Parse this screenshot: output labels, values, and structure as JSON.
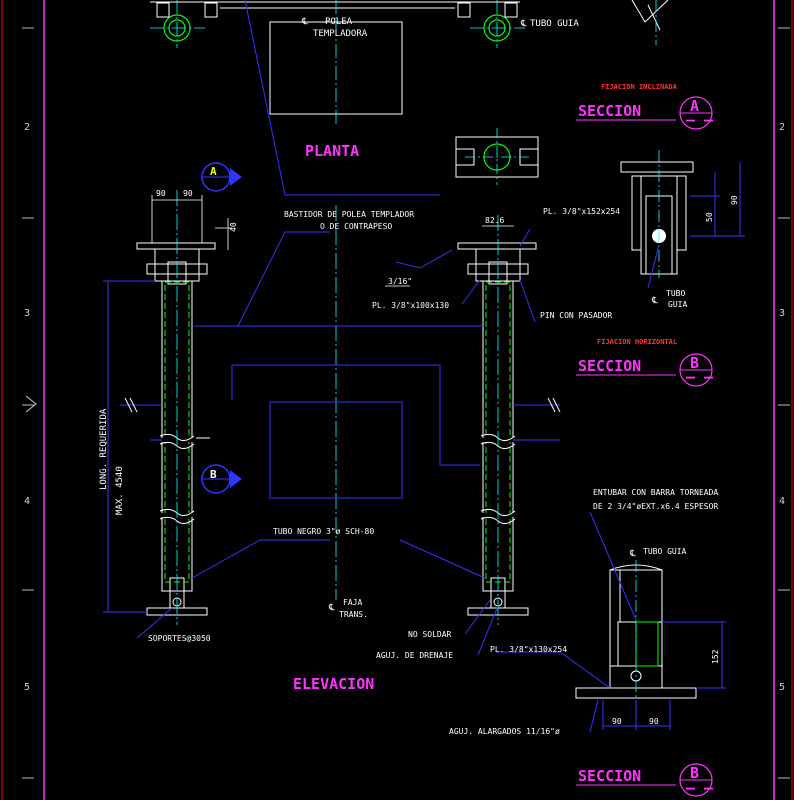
{
  "border": {
    "row_labels": [
      "2",
      "3",
      "4",
      "5"
    ]
  },
  "views": {
    "plan_title": "PLANTA",
    "elevation_title": "ELEVACION",
    "section_a_title": "SECCION",
    "section_a_letter": "A",
    "section_a_dash": "– –",
    "section_b_title": "SECCION",
    "section_b_letter": "B",
    "section_b_dash": "– –",
    "section_b2_title": "SECCION",
    "section_b2_letter": "B",
    "section_b2_dash": "– –",
    "fijacion_inclinada": "FIJACION INCLINADA",
    "fijacion_horizontal": "FIJACION HORIZONTAL"
  },
  "markers": {
    "cut_a": "A",
    "cut_b": "B"
  },
  "labels": {
    "polea": "POLEA",
    "templadora": "TEMPLADORA",
    "tubo_guia_top": "TUBO GUIA",
    "bastidor_1": "BASTIDOR DE POLEA TEMPLADOR",
    "bastidor_2": "O DE CONTRAPESO",
    "pl_152": "PL. 3/8\"x152x254",
    "pl_100": "PL. 3/8\"x100x130",
    "weld": "3/16\"",
    "pin": "PIN CON PASADOR",
    "tubo_sec_a": "TUBO",
    "guia_sec_a": "GUIA",
    "long_req": "LONG. REQUERIDA",
    "max": "MAX. 4540",
    "tubo_negro": "TUBO NEGRO 3\"ø SCH-80",
    "faja": "FAJA",
    "trans": "TRANS.",
    "soportes": "SOPORTES@3050",
    "no_soldar": "NO SOLDAR",
    "aguj_drenaje": "AGUJ. DE DRENAJE",
    "pl_130": "PL. 3/8\"x130x254",
    "aguj_alarg": "AGUJ. ALARGADOS 11/16\"ø",
    "entubar_1": "ENTUBAR CON BARRA TORNEADA",
    "entubar_2": "DE 2 3/4\"øEXT.x6.4 ESPESOR",
    "tubo_guia_b": "TUBO GUIA"
  },
  "dimensions": {
    "d90a": "90",
    "d90b": "90",
    "d40": "40",
    "d826": "82.6",
    "d50": "50",
    "d90v": "90",
    "d152": "152",
    "d90c": "90",
    "d90d": "90"
  },
  "colors": {
    "steel": "#ffffff",
    "centerline": "#00ffff",
    "leader": "#3333ff",
    "title": "#ff33ff",
    "tube": "#00ff00",
    "note_red": "#ff3333"
  }
}
